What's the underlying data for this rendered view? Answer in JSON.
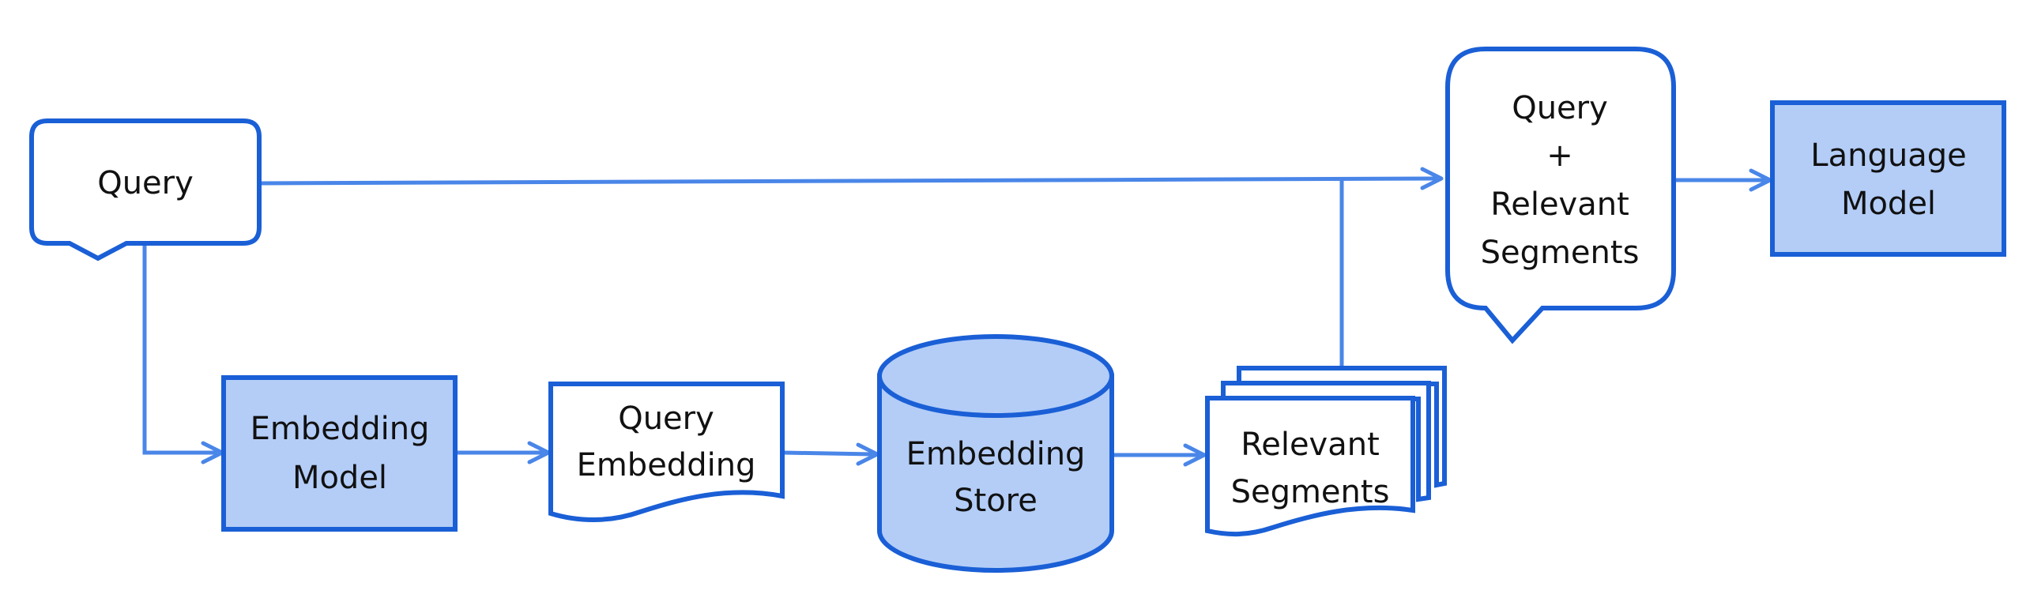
{
  "nodes": {
    "query": {
      "label": "Query"
    },
    "embedding_model": {
      "line1": "Embedding",
      "line2": "Model"
    },
    "query_embedding": {
      "line1": "Query",
      "line2": "Embedding"
    },
    "embedding_store": {
      "line1": "Embedding",
      "line2": "Store"
    },
    "relevant_segments": {
      "line1": "Relevant",
      "line2": "Segments"
    },
    "combined": {
      "line1": "Query",
      "line2": "+",
      "line3": "Relevant",
      "line4": "Segments"
    },
    "language_model": {
      "line1": "Language",
      "line2": "Model"
    }
  },
  "edges": [
    {
      "from": "Query",
      "to": "Query + Relevant Segments"
    },
    {
      "from": "Query",
      "to": "Embedding Model"
    },
    {
      "from": "Embedding Model",
      "to": "Query Embedding"
    },
    {
      "from": "Query Embedding",
      "to": "Embedding Store"
    },
    {
      "from": "Embedding Store",
      "to": "Relevant Segments"
    },
    {
      "from": "Relevant Segments",
      "to": "Query + Relevant Segments"
    },
    {
      "from": "Query + Relevant Segments",
      "to": "Language Model"
    }
  ],
  "colors": {
    "stroke": "#1a5fd6",
    "fill_highlight": "#b3cdf7",
    "connector": "#4a86e8"
  }
}
